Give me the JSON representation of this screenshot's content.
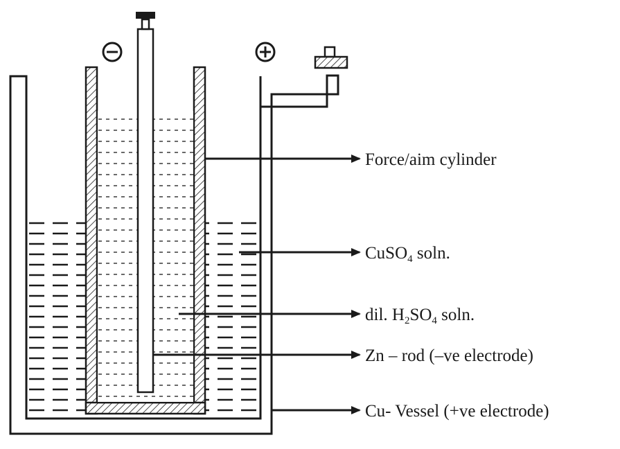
{
  "terminals": {
    "negative": "−",
    "positive": "+"
  },
  "labels": {
    "cylinder": {
      "text": "Force/aim cylinder"
    },
    "cuso4": {
      "pre": "CuSO",
      "sub1": "4",
      "post": " soln."
    },
    "h2so4": {
      "pre": "dil. H",
      "sub1": "2",
      "mid": "SO",
      "sub2": "4",
      "post": " soln."
    },
    "zn": {
      "text": "Zn – rod (–ve electrode)"
    },
    "cu": {
      "text": "Cu- Vessel (+ve electrode)"
    }
  }
}
